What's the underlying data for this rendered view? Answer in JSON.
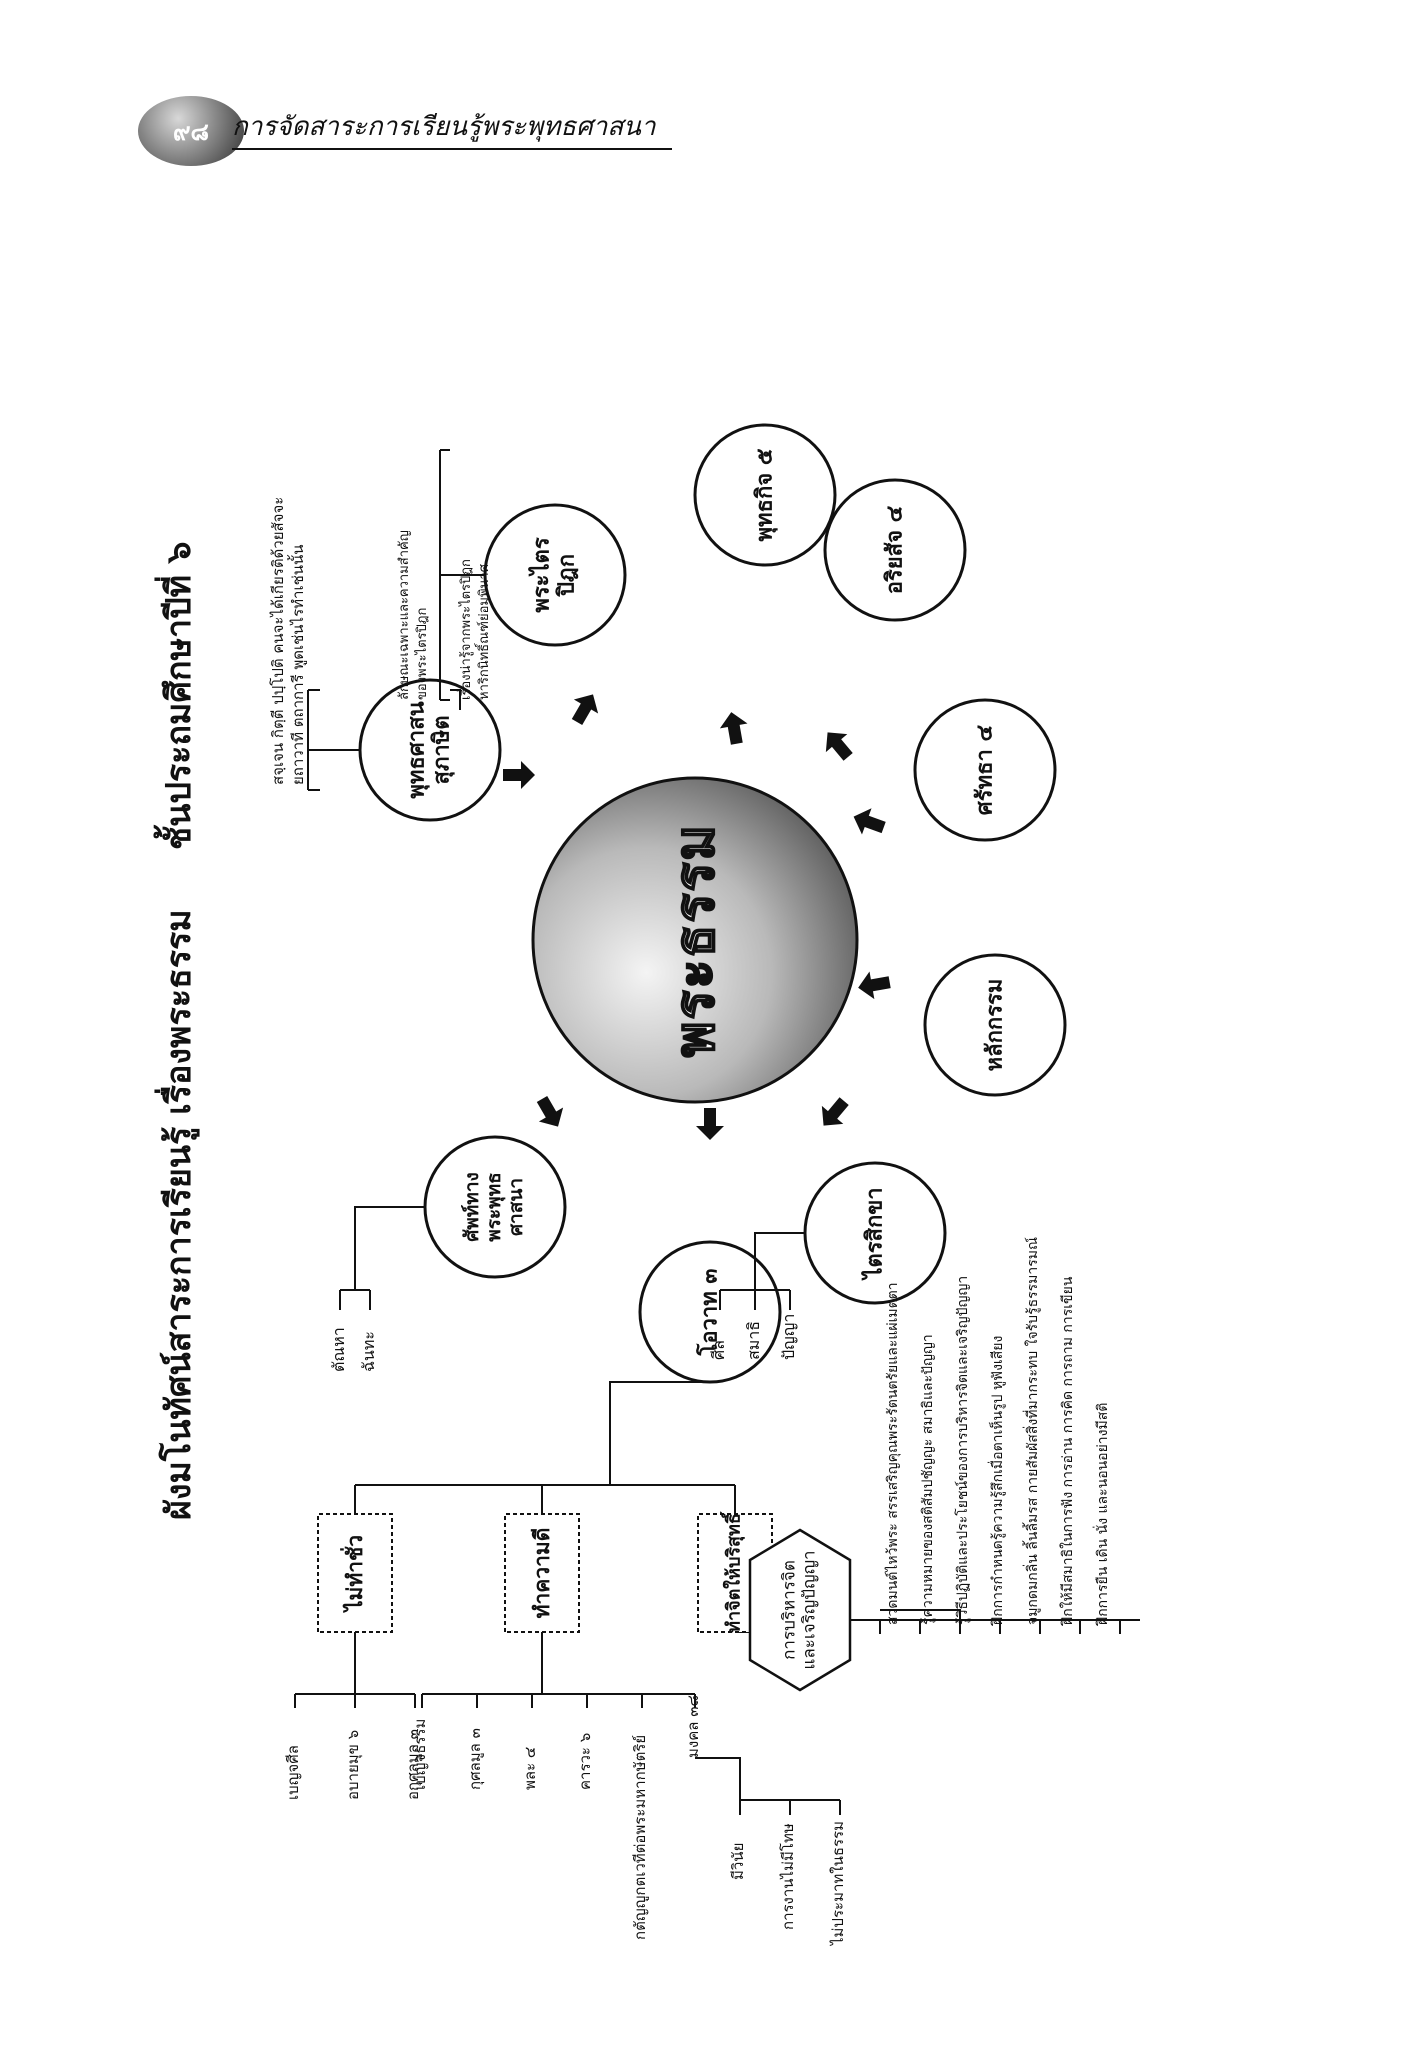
{
  "header": {
    "page_number": "๙๘",
    "running_title": "การจัดสาระการเรียนรู้พระพุทธศาสนา"
  },
  "title": {
    "main": "ผังมโนทัศน์สาระการเรียนรู้ เรื่องพระธรรม",
    "sub": "ชั้นประถมศึกษาปีที่ ๖"
  },
  "center": {
    "label": "พระธรรม"
  },
  "circles": [
    {
      "id": "suphasit",
      "label": "พุทธศาสน\nสุภาษิต"
    },
    {
      "id": "tripitaka",
      "label": "พระไตร\nปิฎก"
    },
    {
      "id": "buddhakij",
      "label": "พุทธกิจ ๕"
    },
    {
      "id": "ariyasat",
      "label": "อริยสัจ ๔"
    },
    {
      "id": "saddha",
      "label": "ศรัทธา ๔"
    },
    {
      "id": "karma",
      "label": "หลักกรรม"
    },
    {
      "id": "trisikkha",
      "label": "ไตรสิกขา"
    },
    {
      "id": "ovada",
      "label": "โอวาท ๓"
    },
    {
      "id": "sap",
      "label": "ศัพท์ทาง\nพระพุทธ\nศาสนา"
    }
  ],
  "suphasit_items": [
    "สจฺเจน กิตฺตี ปปฺโปติ คนจะได้เกียรติด้วยสัจจะ",
    "ยถาวาที ตถาการี พูดเช่นไรทำเช่นนั้น"
  ],
  "tripitaka_items": [
    "ลักษณะเฉพาะและความสำคัญ",
    "ของพระไตรปิฎก",
    "เรื่องน่ารู้จากพระไตรปิฎก",
    "หาริกนิทธิ์ณฑ์ย่อมพินาศ"
  ],
  "sap_items": [
    "ตัณหา",
    "ฉันทะ"
  ],
  "trisikkha_items": [
    "ศีล",
    "สมาธิ",
    "ปัญญา"
  ],
  "ovada_branches": [
    {
      "label": "ไม่ทำชั่ว",
      "items": [
        "เบญจศีล",
        "อบายมุข ๖",
        "อกุศลมูล ๓"
      ]
    },
    {
      "label": "ทำความดี",
      "items": [
        "เบญจธรรม",
        "กุศลมูล ๓",
        "พละ ๔",
        "คารวะ ๖",
        "กตัญญูกตเวทีต่อพระมหากษัตริย์",
        "มงคล ๓๘"
      ]
    },
    {
      "label": "ทำจิตให้บริสุทธิ์",
      "items": []
    }
  ],
  "mongkhon_items": [
    "มีวินัย",
    "การงานไม่มีโทษ",
    "ไม่ประมาทในธรรม"
  ],
  "hexagon": {
    "label": "การบริหารจิต\nและเจริญปัญญา"
  },
  "hexagon_items": [
    "สวดมนต์ไหว้พระ สรรเสริญคุณพระรัตนตรัยและแผ่เมตตา",
    "รู้ความหมายของสติสัมปชัญญะ สมาธิและปัญญา",
    "รู้วิธีปฏิบัติและประโยชน์ของการบริหารจิตและเจริญปัญญา",
    "ฝึกการกำหนดรู้ความรู้สึกเมื่อตาเห็นรูป หูฟังเสียง",
    "จมูกดมกลิ่น ลิ้นลิ้มรส กายสัมผัสสิ่งที่มากระทบ ใจรับรู้ธรรมารมณ์",
    "ฝึกให้มีสมาธิในการฟัง การอ่าน การคิด การถาม การเขียน",
    "ฝึกการยืน เดิน นั่ง และนอนอย่างมีสติ"
  ]
}
